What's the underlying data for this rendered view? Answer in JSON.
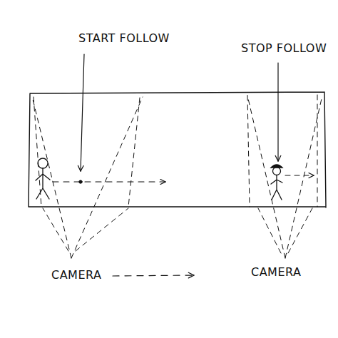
{
  "diagram": {
    "labels": [
      "START FOLLOW",
      "STOP FOLLOW",
      "CAMERA",
      "CAMERA"
    ]
  }
}
